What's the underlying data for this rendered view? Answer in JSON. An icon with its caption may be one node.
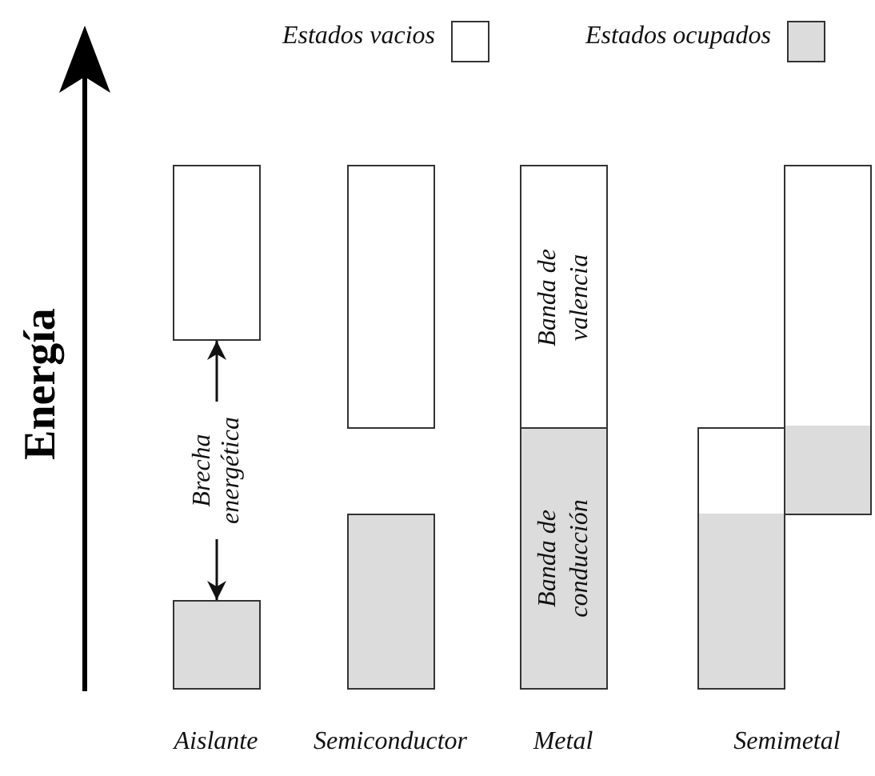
{
  "diagram": {
    "nodes": [
      {
        "text": [],
        "shape": "box"
      },
      {
        "text": [],
        "shape": "box"
      },
      {
        "text": [],
        "shape": "box"
      },
      {
        "text": [],
        "shape": "box"
      },
      {
        "text": [
          "Banda de valencia"
        ]
      },
      {
        "text": [
          "Banda de conducción"
        ]
      },
      {
        "text": [],
        "shape": "box"
      },
      {
        "text": [],
        "shape": "box"
      }
    ],
    "edges": [
      {
        "from": 0,
        "to": 1,
        "arrow": "both",
        "label": "Brecha energética"
      }
    ],
    "labels": [
      "Energía",
      "Aislante",
      "Semiconductor",
      "Metal",
      "Semimetal"
    ],
    "legend": [
      {
        "text": "Estados vacios",
        "color": "#ffffff"
      },
      {
        "text": "Estados ocupados",
        "color": "#dcdcdc"
      }
    ]
  }
}
